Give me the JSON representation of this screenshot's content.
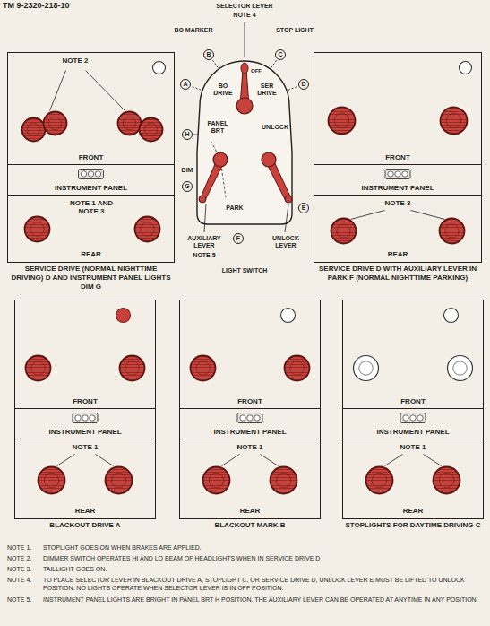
{
  "diagram": {
    "nodes": [
      {
        "text": [
          "SERVICE DRIVE (NORMAL NIGHTTIME DRIVING) D AND INSTRUMENT PANEL LIGHTS DIM G"
        ]
      },
      {
        "text": [
          "NOTE 2",
          "FRONT"
        ],
        "in": 0
      },
      {
        "text": [
          "INSTRUMENT PANEL"
        ],
        "in": 0
      },
      {
        "text": [
          "NOTE 1 AND NOTE 3",
          "REAR"
        ],
        "in": 0
      },
      {
        "text": [
          "SERVICE DRIVE D WITH AUXILIARY LEVER IN PARK F (NORMAL NIGHTTIME PARKING)"
        ]
      },
      {
        "text": [
          "FRONT"
        ],
        "in": 4
      },
      {
        "text": [
          "INSTRUMENT PANEL"
        ],
        "in": 4
      },
      {
        "text": [
          "NOTE 3",
          "REAR"
        ],
        "in": 4
      },
      {
        "text": [
          "BLACKOUT DRIVE A"
        ]
      },
      {
        "text": [
          "FRONT"
        ],
        "in": 8
      },
      {
        "text": [
          "INSTRUMENT PANEL"
        ],
        "in": 8
      },
      {
        "text": [
          "NOTE 1",
          "REAR"
        ],
        "in": 8
      },
      {
        "text": [
          "BLACKOUT MARK B"
        ]
      },
      {
        "text": [
          "FRONT"
        ],
        "in": 12
      },
      {
        "text": [
          "INSTRUMENT PANEL"
        ],
        "in": 12
      },
      {
        "text": [
          "NOTE 1",
          "REAR"
        ],
        "in": 12
      },
      {
        "text": [
          "STOPLIGHTS FOR DAYTIME DRIVING C"
        ]
      },
      {
        "text": [
          "FRONT"
        ],
        "in": 16
      },
      {
        "text": [
          "INSTRUMENT PANEL"
        ],
        "in": 16
      },
      {
        "text": [
          "NOTE 1",
          "REAR"
        ],
        "in": 16
      }
    ],
    "labels": [
      "TM 9-2320-218-10",
      "SELECTOR LEVER",
      "NOTE 4",
      "BO MARKER",
      "STOP LIGHT",
      "OFF",
      "BO DRIVE",
      "SER DRIVE",
      "PANEL BRT",
      "UNLOCK",
      "DIM",
      "PARK",
      "AUXILIARY LEVER",
      "NOTE 5",
      "UNLOCK LEVER",
      "LIGHT SWITCH",
      "A",
      "B",
      "C",
      "D",
      "E",
      "F",
      "G",
      "H",
      "NOTE 1.",
      "STOPLIGHT GOES ON WHEN BRAKES ARE APPLIED.",
      "NOTE 2.",
      "DIMMER SWITCH OPERATES HI AND LO BEAM OF HEADLIGHTS WHEN IN SERVICE DRIVE D",
      "NOTE 3.",
      "TAILLIGHT GOES ON.",
      "NOTE 4.",
      "TO PLACE SELECTOR LEVER IN BLACKOUT DRIVE A, STOPLIGHT C, OR SERVICE DRIVE D, UNLOCK LEVER E MUST BE LIFTED TO UNLOCK POSITION. NO LIGHTS OPERATE WHEN SELECTOR LEVER IS IN OFF POSITION.",
      "NOTE 5.",
      "INSTRUMENT PANEL LIGHTS ARE BRIGHT IN PANEL BRT H POSITION. THE AUXILIARY LEVER CAN BE OPERATED AT ANYTIME IN ANY POSITION."
    ]
  }
}
